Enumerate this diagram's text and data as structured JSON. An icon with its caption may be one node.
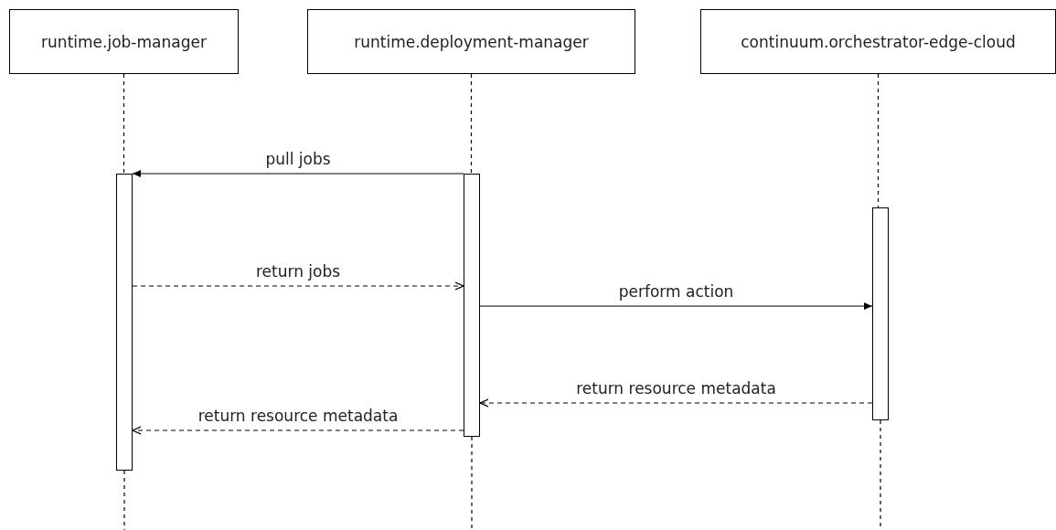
{
  "diagram": {
    "nodes": [
      {
        "text": [
          "runtime.job-manager"
        ]
      },
      {
        "text": [
          "runtime.deployment-manager"
        ]
      },
      {
        "text": [
          "continuum.orchestrator-edge-cloud"
        ]
      },
      {
        "text": [],
        "shape": "bar"
      },
      {
        "text": [],
        "shape": "bar"
      },
      {
        "text": [],
        "shape": "bar"
      }
    ],
    "edges": [
      {
        "from": 0,
        "to": 3,
        "arrow": "none",
        "style": "dashed"
      },
      {
        "from": 3,
        "to": null,
        "arrow": "none",
        "style": "dashed"
      },
      {
        "from": 1,
        "to": 4,
        "arrow": "none",
        "style": "dashed"
      },
      {
        "from": 4,
        "to": null,
        "arrow": "none",
        "style": "dashed"
      },
      {
        "from": 2,
        "to": 5,
        "arrow": "none",
        "style": "dashed"
      },
      {
        "from": 5,
        "to": null,
        "arrow": "none",
        "style": "dashed"
      },
      {
        "from": 4,
        "to": 3,
        "arrow": "to",
        "label": "pull jobs"
      },
      {
        "from": 3,
        "to": 4,
        "arrow": "to",
        "label": "return jobs",
        "style": "dashed"
      },
      {
        "from": 4,
        "to": 5,
        "arrow": "to",
        "label": "perform action"
      },
      {
        "from": 5,
        "to": 4,
        "arrow": "to",
        "label": "return resource metadata",
        "style": "dashed"
      },
      {
        "from": 4,
        "to": 3,
        "arrow": "to",
        "label": "return resource metadata",
        "style": "dashed"
      }
    ]
  }
}
